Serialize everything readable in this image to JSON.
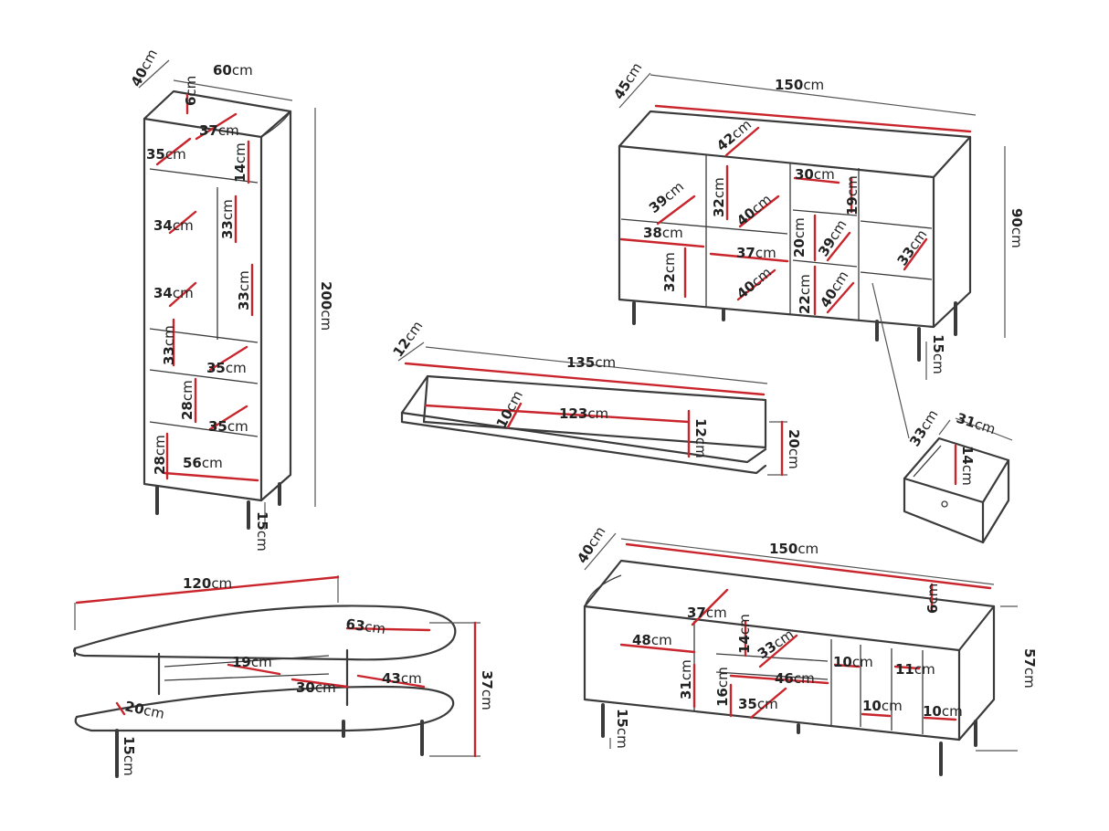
{
  "units": "cm",
  "colors": {
    "outline": "#3b3b3b",
    "dimension_line": "#c9252c",
    "text": "#222222",
    "background": "#ffffff"
  },
  "cabinet_tall": {
    "depth": "40",
    "width": "60",
    "height": "200",
    "leg": "15",
    "top_gap": "6",
    "top_inner_depth": "37",
    "shelf_depth_top": "35",
    "top_comp_height": "14",
    "glass_depth_1": "34",
    "glass_height_1": "33",
    "glass_depth_2": "34",
    "glass_height_2": "33",
    "mid_height": "33",
    "mid_depth": "35",
    "lower_height": "28",
    "lower_depth": "35",
    "drawer_height": "28",
    "drawer_width": "56"
  },
  "sideboard": {
    "depth": "45",
    "width": "150",
    "height": "90",
    "leg": "15",
    "inner_depth_top": "42",
    "left_shelf_depth": "39",
    "left_width": "38",
    "left_height": "32",
    "mid_height": "32",
    "mid_depth_1": "40",
    "mid_width": "37",
    "mid_depth_2": "40",
    "small_width": "30",
    "small_height_top": "19",
    "small_height_mid": "20",
    "small_depth_mid": "39",
    "small_height_low": "22",
    "small_depth_low": "40",
    "drawer_depth": "33"
  },
  "wall_shelf": {
    "depth": "12",
    "width": "135",
    "inner_width": "123",
    "inner_depth": "10",
    "back_height": "12",
    "height": "20"
  },
  "drawer": {
    "depth": "33",
    "width": "31",
    "height": "14"
  },
  "coffee_table": {
    "width": "120",
    "top_depth": "63",
    "shelf_width": "19",
    "shelf_depth": "30",
    "inner_depth": "43",
    "height": "37",
    "base_thickness": "20",
    "leg": "15"
  },
  "tv_stand": {
    "depth": "40",
    "width": "150",
    "height": "57",
    "leg": "15",
    "top_gap": "6",
    "inner_depth": "37",
    "left_width": "48",
    "left_height": "31",
    "mid_top_height": "14",
    "mid_top_depth": "33",
    "mid_width": "46",
    "mid_low_height": "16",
    "mid_low_depth": "35",
    "slot_1": "10",
    "slot_2": "11",
    "slot_3": "10",
    "slot_4": "10"
  }
}
